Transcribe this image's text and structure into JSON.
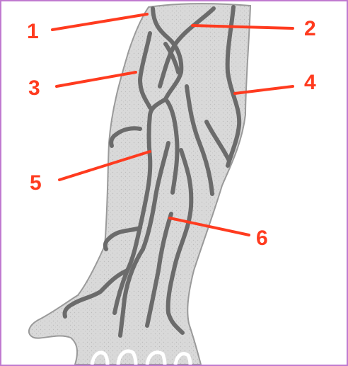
{
  "colors": {
    "border": "#c07ad0",
    "skin": "#d6d6d6",
    "skin_outline": "#9a9a9a",
    "vein": "#6b6b6b",
    "label": "#ff3b1f"
  },
  "labels": [
    {
      "id": "1",
      "text": "1"
    },
    {
      "id": "2",
      "text": "2"
    },
    {
      "id": "3",
      "text": "3"
    },
    {
      "id": "4",
      "text": "4"
    },
    {
      "id": "5",
      "text": "5"
    },
    {
      "id": "6",
      "text": "6"
    }
  ]
}
